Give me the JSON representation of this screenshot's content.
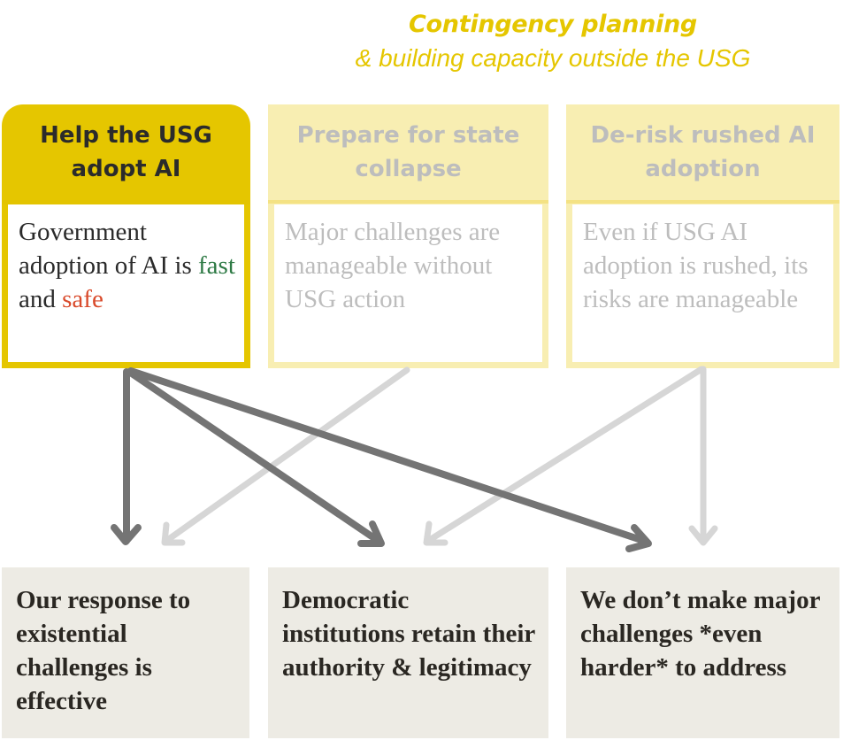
{
  "header": {
    "title": "Contingency planning",
    "subtitle": "& building capacity outside the USG",
    "color": "#e5c600"
  },
  "strategies": [
    {
      "title": "Help the USG adopt AI",
      "condition_parts": {
        "prefix": "Government adoption of AI is ",
        "fast": "fast",
        "mid": " and ",
        "safe": "safe"
      },
      "active": true,
      "colors": {
        "header": "#e5c600",
        "fast": "#2e7a45",
        "safe": "#d94a2b"
      }
    },
    {
      "title": "Prepare for state collapse",
      "condition": "Major challenges are manageable without USG action",
      "active": false,
      "colors": {
        "header": "#f8eeb2"
      }
    },
    {
      "title": "De-risk rushed AI adoption",
      "condition": "Even if USG AI adoption is rushed, its risks are manageable",
      "active": false,
      "colors": {
        "header": "#f8eeb2"
      }
    }
  ],
  "outcomes": [
    {
      "text": "Our response to existential challenges is effective"
    },
    {
      "text": "Democratic institutions retain their authority & legitimacy"
    },
    {
      "text": "We don’t make major challenges *even harder* to address"
    }
  ],
  "arrows": {
    "dark_color": "#747474",
    "light_color": "#d6d6d6",
    "edges": [
      {
        "from": "strategy-1",
        "to": "outcome-1",
        "style": "dark"
      },
      {
        "from": "strategy-1",
        "to": "outcome-2",
        "style": "dark"
      },
      {
        "from": "strategy-1",
        "to": "outcome-3",
        "style": "dark"
      },
      {
        "from": "strategy-2",
        "to": "outcome-1",
        "style": "light"
      },
      {
        "from": "strategy-3",
        "to": "outcome-2",
        "style": "light"
      },
      {
        "from": "strategy-3",
        "to": "outcome-3",
        "style": "light"
      }
    ]
  }
}
